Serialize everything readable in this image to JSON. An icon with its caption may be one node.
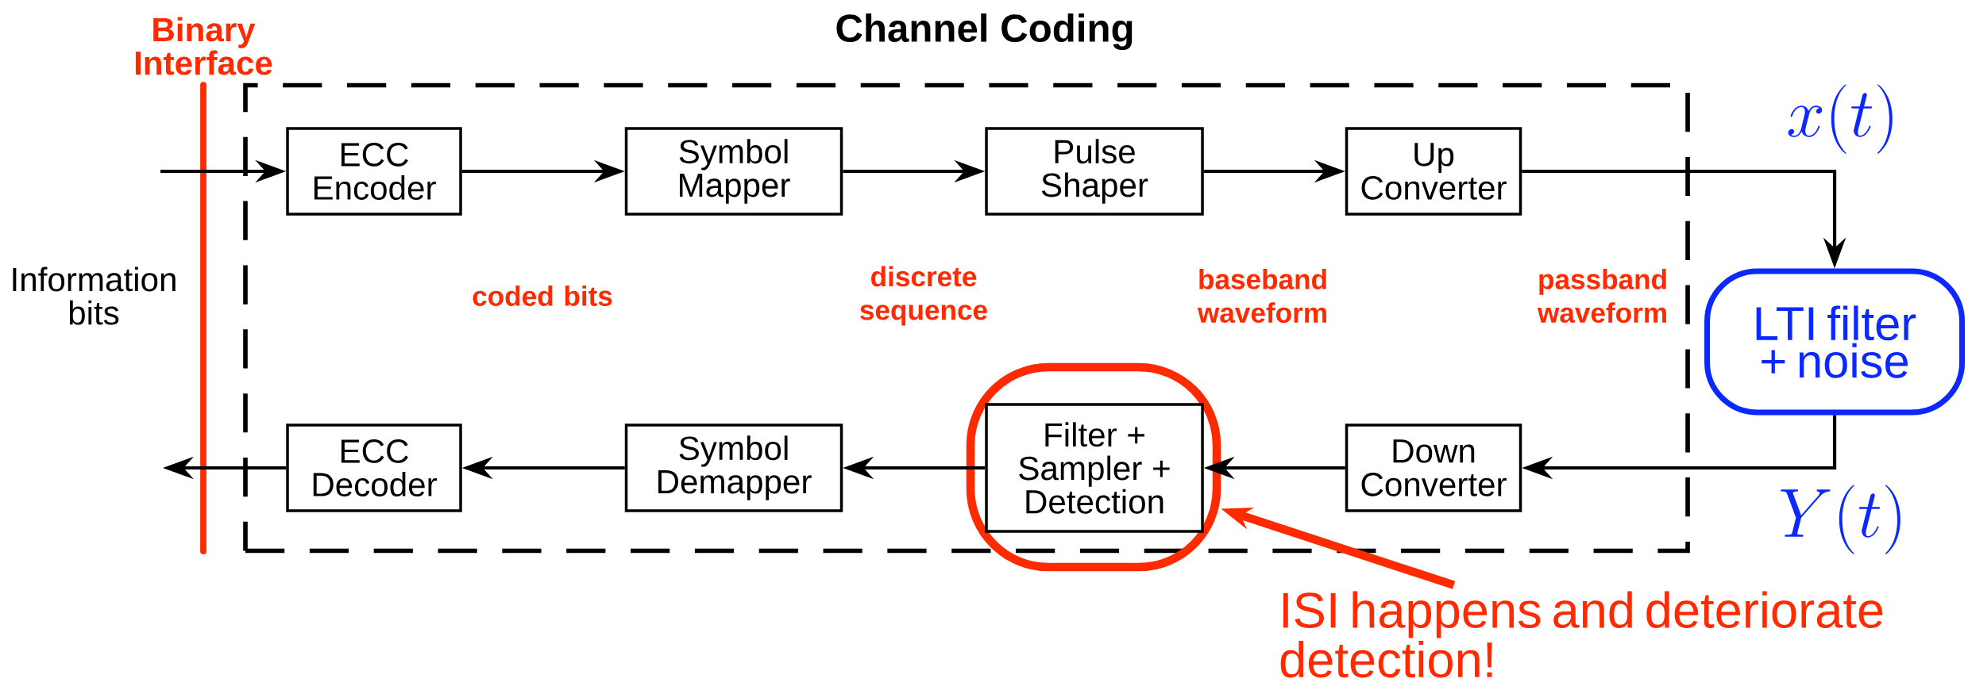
{
  "diagram": {
    "nodes": [
      {
        "text": [
          "Channel Coding"
        ]
      },
      {
        "text": [
          "ECC Encoder"
        ],
        "in": 0
      },
      {
        "text": [
          "Symbol Mapper"
        ],
        "in": 0
      },
      {
        "text": [
          "Pulse Shaper"
        ],
        "in": 0
      },
      {
        "text": [
          "Up Converter"
        ],
        "in": 0
      },
      {
        "text": [
          "LTI filter + noise"
        ]
      },
      {
        "text": [
          "Down Converter"
        ],
        "in": 0
      },
      {
        "text": [],
        "shape": "box"
      },
      {
        "text": [
          "Filter + Sampler + Detection"
        ],
        "in": 7
      },
      {
        "text": [
          "Symbol Demapper"
        ],
        "in": 0
      },
      {
        "text": [
          "ECC Decoder"
        ],
        "in": 0
      },
      {
        "text": [
          "ISI happens and deteriorate detection!"
        ]
      }
    ],
    "edges": [
      {
        "from": null,
        "to": 1,
        "arrow": "to"
      },
      {
        "from": 1,
        "to": 2,
        "arrow": "to"
      },
      {
        "from": 2,
        "to": 3,
        "arrow": "to"
      },
      {
        "from": 3,
        "to": 4,
        "arrow": "to"
      },
      {
        "from": 4,
        "to": 5,
        "arrow": "to"
      },
      {
        "from": 5,
        "to": 6,
        "arrow": "to"
      },
      {
        "from": 6,
        "to": 8,
        "arrow": "to"
      },
      {
        "from": 8,
        "to": 9,
        "arrow": "to"
      },
      {
        "from": 9,
        "to": 10,
        "arrow": "to"
      },
      {
        "from": 10,
        "to": null,
        "arrow": "to"
      },
      {
        "from": 11,
        "to": 7,
        "arrow": "to",
        "style": "thick",
        "color": "#ff2a00"
      }
    ],
    "labels": [
      "Binary Interface",
      "Information bits",
      "coded bits",
      "discrete sequence",
      "baseband waveform",
      "passband waveform",
      "x(t)",
      "Y(t)"
    ]
  }
}
